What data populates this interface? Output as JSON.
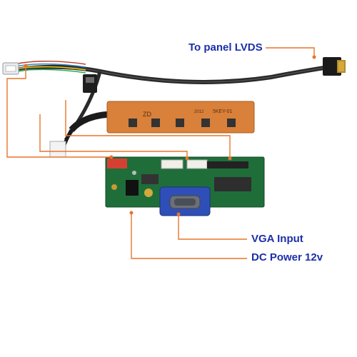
{
  "callouts": {
    "lvds": "To panel LVDS",
    "vga": "VGA Input",
    "dc_power": "DC Power 12v"
  },
  "keypad_board": {
    "silkscreen_left": "ZD",
    "silkscreen_code": "2012",
    "silkscreen_model": "5KEY-01"
  },
  "colors": {
    "callout_text": "#1c2fa8",
    "leader_line": "#e8742a",
    "pcb_green": "#1f6e3a",
    "keypad_board": "#d9803b",
    "vga_connector": "#2f4fb8",
    "cable": "#2a2a2a"
  }
}
